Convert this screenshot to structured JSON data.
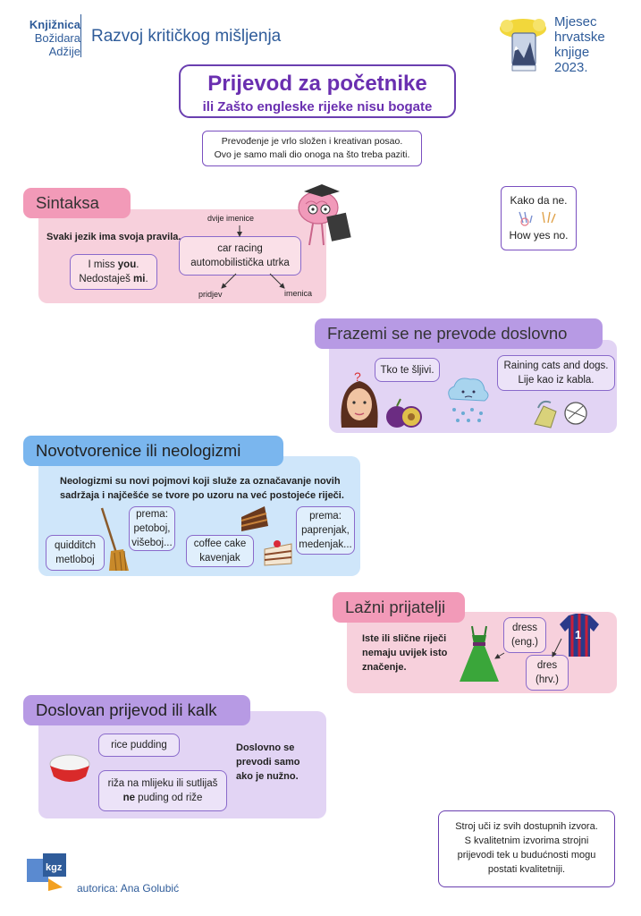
{
  "header": {
    "lib_line1": "Knjižnica",
    "lib_line2": "Božidara",
    "lib_line3": "Adžije",
    "title": "Razvoj kritičkog mišljenja",
    "month_line1": "Mjesec",
    "month_line2": "hrvatske",
    "month_line3": "knjige",
    "month_line4": "2023."
  },
  "title": {
    "main": "Prijevod za početnike",
    "sub": "ili Zašto engleske rijeke nisu bogate"
  },
  "intro": {
    "line1": "Prevođenje je vrlo složen i kreativan posao.",
    "line2": "Ovo je samo mali dio onoga na što treba paziti."
  },
  "kako": {
    "line1": "Kako da ne.",
    "line2": "How yes no."
  },
  "sintaksa": {
    "heading": "Sintaksa",
    "rule": "Svaki jezik ima svoja pravila.",
    "miss_pre": "I miss ",
    "miss_bold": "you",
    "miss_post": ".",
    "ned_pre": "Nedostaješ ",
    "ned_bold": "mi",
    "ned_post": ".",
    "car_line1": "car racing",
    "car_line2": "automobilistička utrka",
    "label_dvije": "dvije imenice",
    "label_pridjev": "pridjev",
    "label_imenica": "imenica"
  },
  "frazemi": {
    "heading": "Frazemi se ne prevode doslovno",
    "tko": "Tko te šljivi.",
    "rain_line1": "Raining cats and dogs.",
    "rain_line2": "Lije kao iz kabla."
  },
  "neologizmi": {
    "heading": "Novotvorenice ili neologizmi",
    "desc_line1": "Neologizmi su novi pojmovi koji služe za označavanje novih",
    "desc_line2": "sadržaja i najčešće se tvore po uzoru na već postojeće riječi.",
    "q_line1": "quidditch",
    "q_line2": "metloboj",
    "p1_line1": "prema:",
    "p1_line2": "petoboj,",
    "p1_line3": "višeboj...",
    "coffee_line1": "coffee cake",
    "coffee_line2": "kavenjak",
    "p2_line1": "prema:",
    "p2_line2": "paprenjak,",
    "p2_line3": "medenjak..."
  },
  "lazni": {
    "heading": "Lažni prijatelji",
    "desc_line1": "Iste ili slične riječi",
    "desc_line2": "nemaju uvijek isto",
    "desc_line3": "značenje.",
    "dress_line1": "dress",
    "dress_line2": "(eng.)",
    "dres_line1": "dres",
    "dres_line2": "(hrv.)",
    "shirt_number": "1"
  },
  "kalk": {
    "heading": "Doslovan prijevod ili kalk",
    "rice": "rice pudding",
    "riza_line1": "riža na mlijeku ili sutlijaš",
    "riza_bold": "ne",
    "riza_post": " puding od riže",
    "desc_line1": "Doslovno se",
    "desc_line2": "prevodi samo",
    "desc_line3": "ako je nužno."
  },
  "note": {
    "line1": "Stroj uči iz svih dostupnih izvora.",
    "line2": "S kvalitetnim izvorima strojni",
    "line3": "prijevodi tek u budućnosti mogu",
    "line4": "postati kvalitetniji."
  },
  "logo": {
    "text": "kgz"
  },
  "author": "autorica: Ana Golubić"
}
